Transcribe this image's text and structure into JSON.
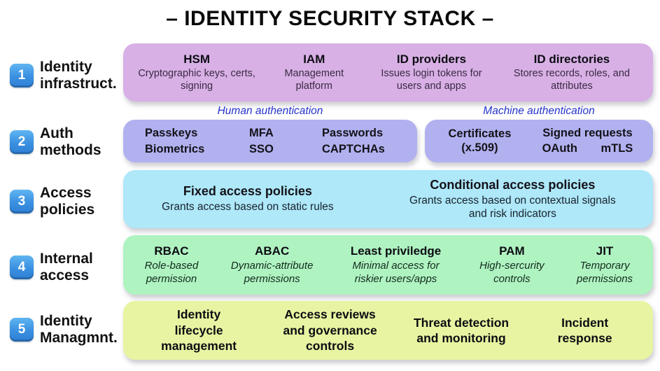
{
  "title": "– IDENTITY SECURITY STACK –",
  "colors": {
    "row1_bg": "#d8b0e5",
    "row2_bg": "#b1b1f0",
    "row3_bg": "#aee8f9",
    "row4_bg": "#aff3c1",
    "row5_bg": "#e8f4a1",
    "caption_blue": "#2433cc",
    "badge_blue": "#3a90e0"
  },
  "row1": {
    "badge": "1",
    "label1": "Identity",
    "label2": "infrastruct.",
    "items": [
      {
        "title": "HSM",
        "desc": "Cryptographic keys, certs, signing"
      },
      {
        "title": "IAM",
        "desc": "Management platform"
      },
      {
        "title": "ID providers",
        "desc": "Issues login tokens for users and apps"
      },
      {
        "title": "ID directories",
        "desc": "Stores records, roles, and attributes"
      }
    ]
  },
  "row2": {
    "badge": "2",
    "label1": "Auth",
    "label2": "methods",
    "human": {
      "caption": "Human authentication",
      "r1": [
        "Passkeys",
        "MFA",
        "Passwords"
      ],
      "r2": [
        "Biometrics",
        "SSO",
        "CAPTCHAs"
      ]
    },
    "machine": {
      "caption": "Machine authentication",
      "cert_line1": "Certificates",
      "cert_line2": "(x.509)",
      "signed": "Signed requests",
      "oauth": "OAuth",
      "mtls": "mTLS"
    }
  },
  "row3": {
    "badge": "3",
    "label1": "Access",
    "label2": "policies",
    "items": [
      {
        "title": "Fixed access policies",
        "desc": "Grants access based on static rules"
      },
      {
        "title": "Conditional access policies",
        "desc": "Grants access based on contextual signals and risk indicators"
      }
    ]
  },
  "row4": {
    "badge": "4",
    "label1": "Internal",
    "label2": "access",
    "items": [
      {
        "title": "RBAC",
        "desc": "Role-based permission"
      },
      {
        "title": "ABAC",
        "desc": "Dynamic-attribute permissions"
      },
      {
        "title": "Least priviledge",
        "desc": "Minimal access for riskier users/apps"
      },
      {
        "title": "PAM",
        "desc": "High-sercurity controls"
      },
      {
        "title": "JIT",
        "desc": "Temporary permissions"
      }
    ]
  },
  "row5": {
    "badge": "5",
    "label1": "Identity",
    "label2": "Managmnt.",
    "items": [
      {
        "title": "Identity lifecycle management"
      },
      {
        "title": "Access reviews and governance controls"
      },
      {
        "title": "Threat detection and monitoring"
      },
      {
        "title": "Incident response"
      }
    ]
  }
}
